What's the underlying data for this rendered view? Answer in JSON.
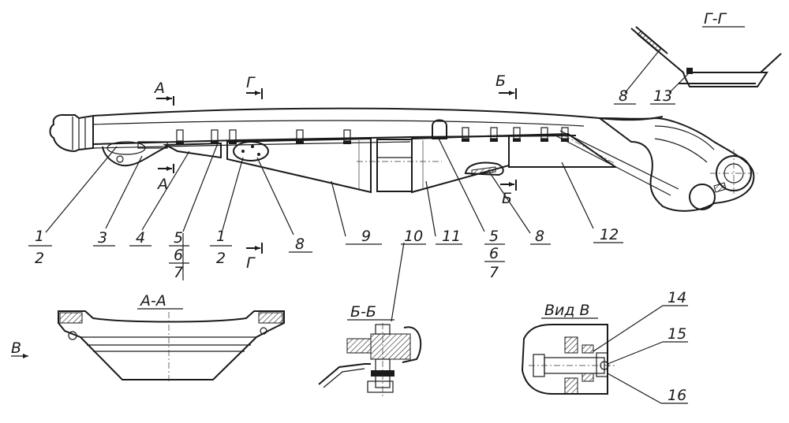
{
  "section_marks": {
    "A_top": "А",
    "A_bottom": "А",
    "G_top": "Г",
    "G_bottom": "Г",
    "B_top": "Б",
    "B_bottom": "Б",
    "V_arrow": "В"
  },
  "view_titles": {
    "aa": "А-А",
    "bb": "Б-Б",
    "gg": "Г-Г",
    "view_v": "Вид В"
  },
  "callouts": {
    "c1a": "1",
    "c2a": "2",
    "c3": "3",
    "c4": "4",
    "c5a": "5",
    "c6a": "6",
    "c7a": "7",
    "c1b": "1",
    "c2b": "2",
    "c8a": "8",
    "c9": "9",
    "c10": "10",
    "c11": "11",
    "c5b": "5",
    "c6b": "6",
    "c7b": "7",
    "c8b": "8",
    "c12": "12",
    "c8g": "8",
    "c13": "13",
    "c14": "14",
    "c15": "15",
    "c16": "16"
  }
}
